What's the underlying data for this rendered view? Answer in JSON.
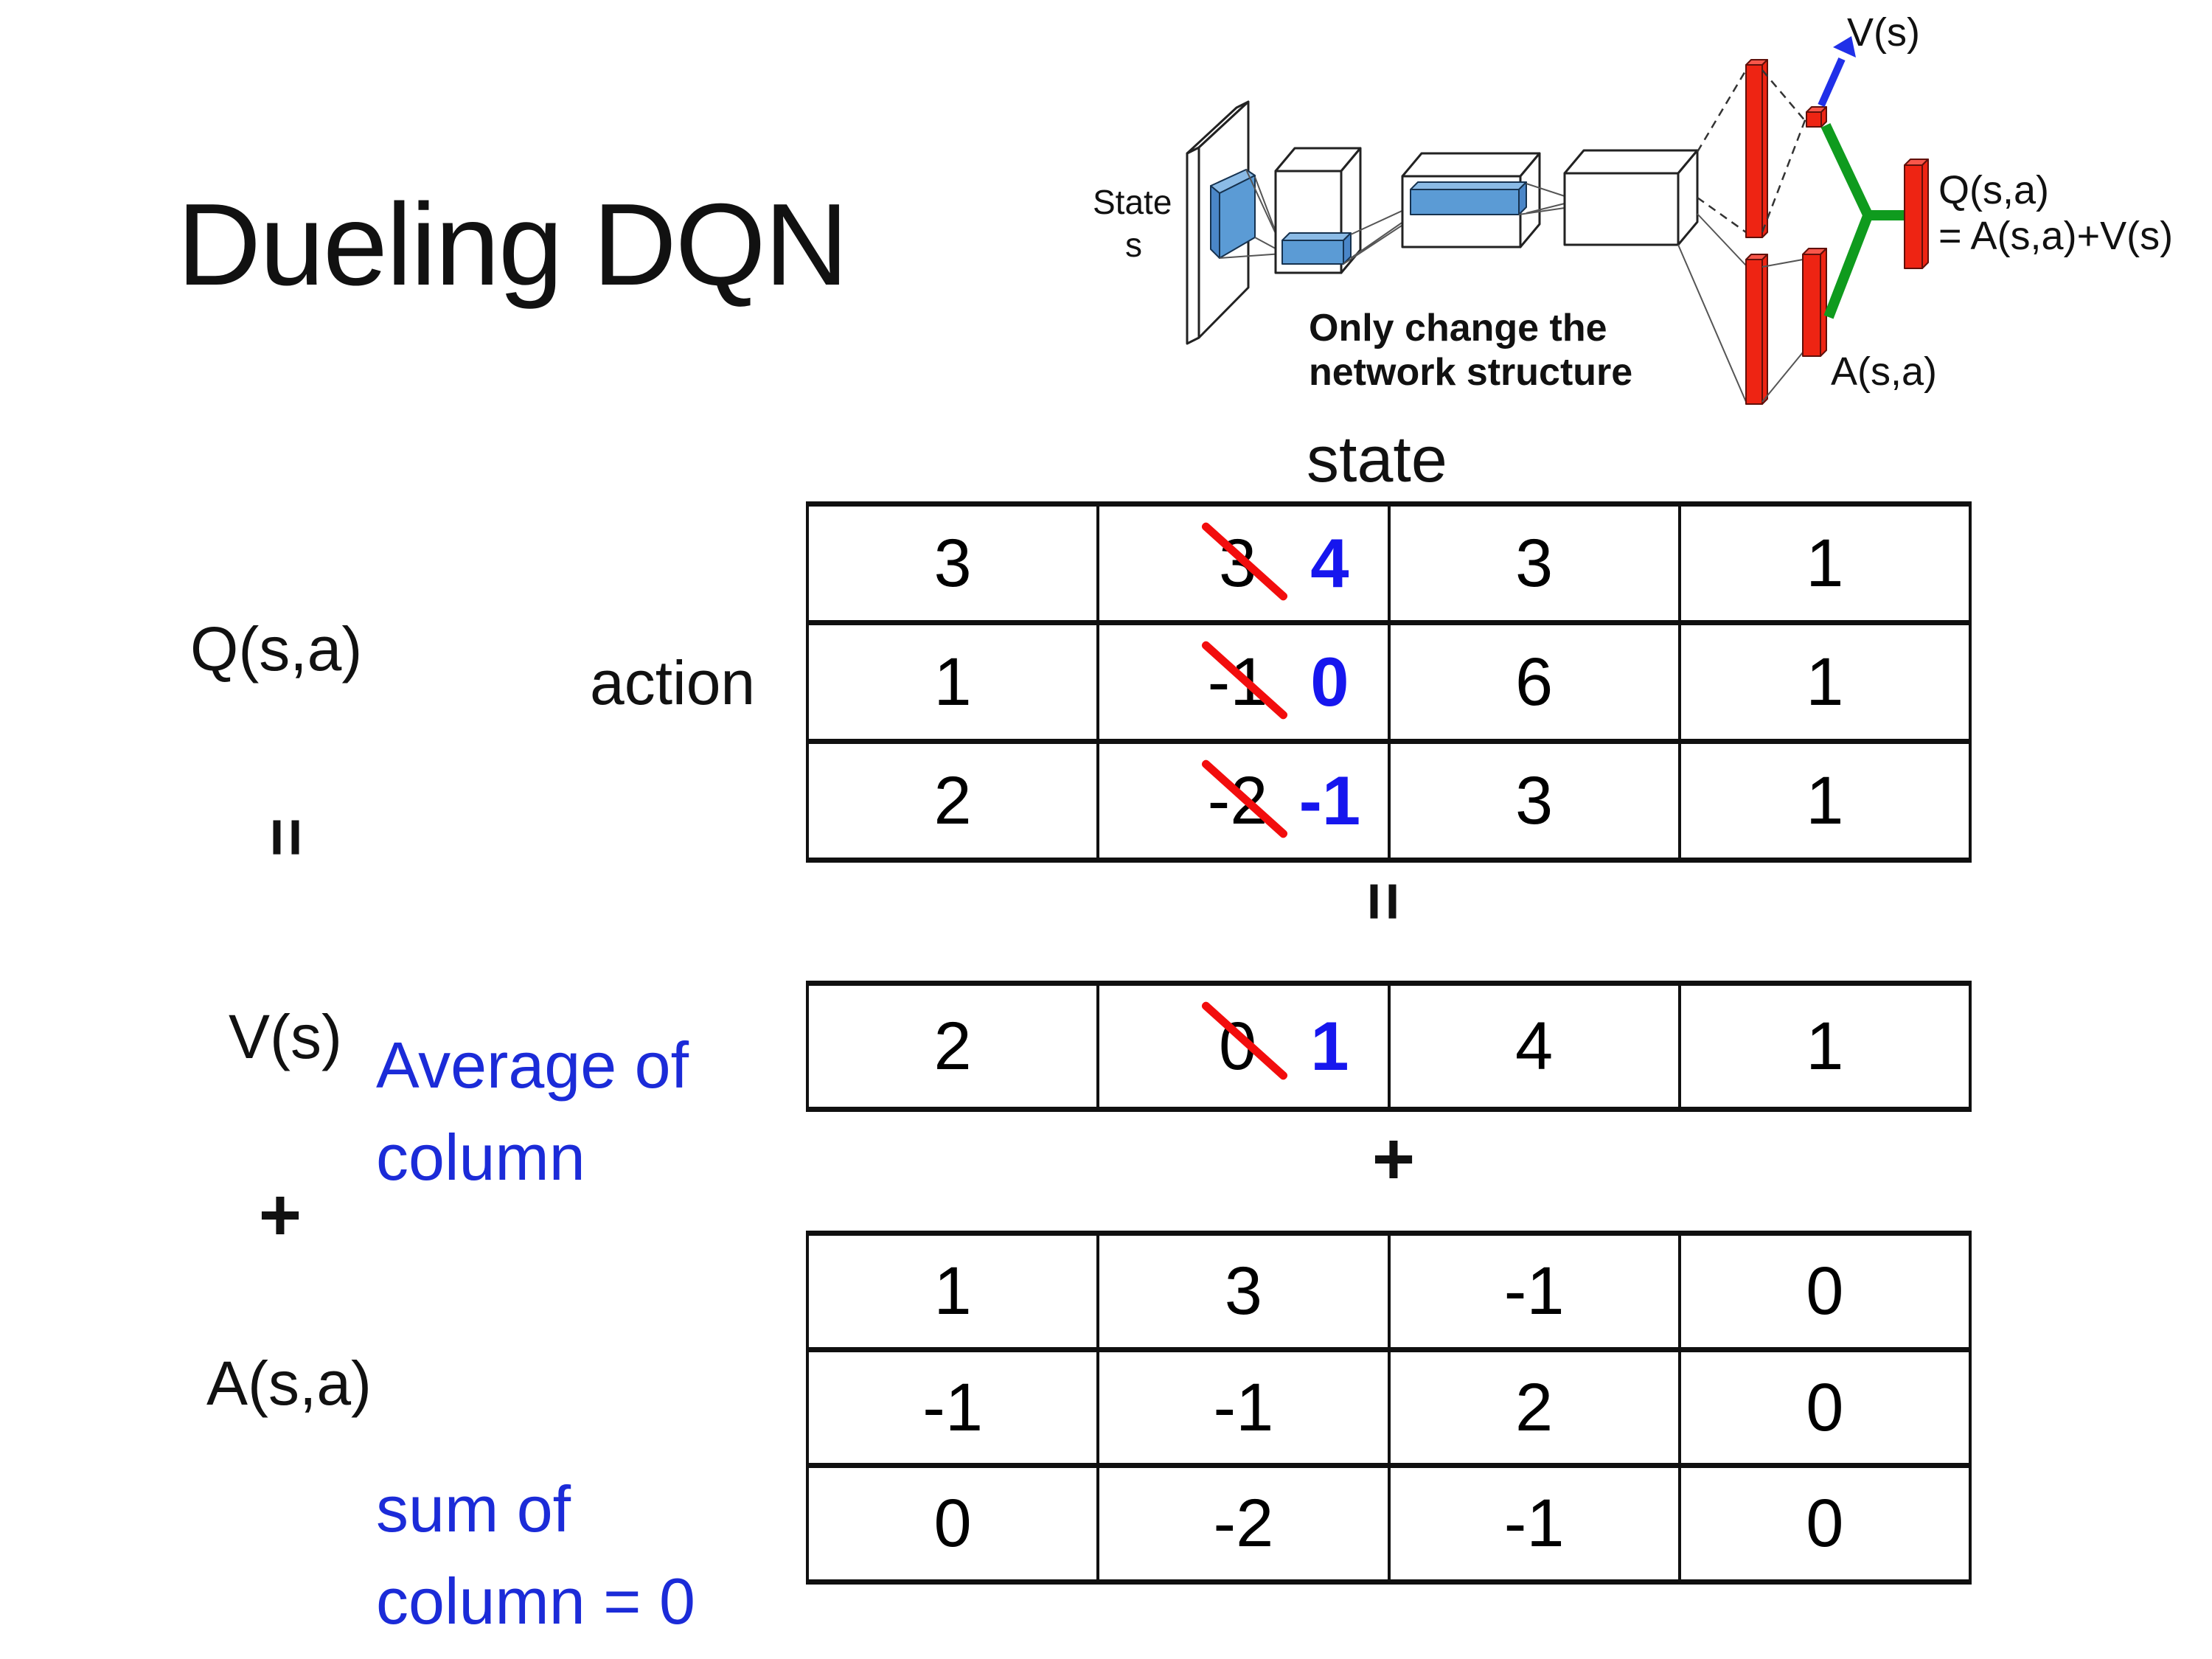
{
  "title": "Dueling DQN",
  "colors": {
    "background": "#ffffff",
    "text_black": "#111111",
    "note_blue": "#1b2bd8",
    "replacement_number_blue": "#1616ee",
    "strike_red": "#f20d0d",
    "bar_red": "#ee2413",
    "link_green": "#0f9b1e",
    "arrow_blue": "#2030e8",
    "conv_bar_blue": "#5b9bd5"
  },
  "diagram": {
    "state_line1": "State",
    "state_line2": "s",
    "note_line1": "Only change the",
    "note_line2": "network structure",
    "v_out_label": "V(s)",
    "q_out_line1": "Q(s,a)",
    "q_out_line2": "= A(s,a)+V(s)",
    "a_out_label": "A(s,a)"
  },
  "equation": {
    "q_label": "Q(s,a)",
    "action_label": "action",
    "state_label": "state",
    "equals_sign": "=",
    "plus_sign": "+",
    "v_label": "V(s)",
    "v_note_line1": "Average of",
    "v_note_line2": "column",
    "a_label": "A(s,a)",
    "a_note_line1": "sum of",
    "a_note_line2": "column = 0"
  },
  "q_table": {
    "rows": [
      {
        "c0": "3",
        "c1_old": "3",
        "c1_new": "4",
        "c2": "3",
        "c3": "1"
      },
      {
        "c0": "1",
        "c1_old": "-1",
        "c1_new": "0",
        "c2": "6",
        "c3": "1"
      },
      {
        "c0": "2",
        "c1_old": "-2",
        "c1_new": "-1",
        "c2": "3",
        "c3": "1"
      }
    ]
  },
  "v_table": {
    "c0": "2",
    "c1_old": "0",
    "c1_new": "1",
    "c2": "4",
    "c3": "1"
  },
  "a_table": {
    "rows": [
      {
        "c0": "1",
        "c1": "3",
        "c2": "-1",
        "c3": "0"
      },
      {
        "c0": "-1",
        "c1": "-1",
        "c2": "2",
        "c3": "0"
      },
      {
        "c0": "0",
        "c1": "-2",
        "c2": "-1",
        "c3": "0"
      }
    ]
  }
}
